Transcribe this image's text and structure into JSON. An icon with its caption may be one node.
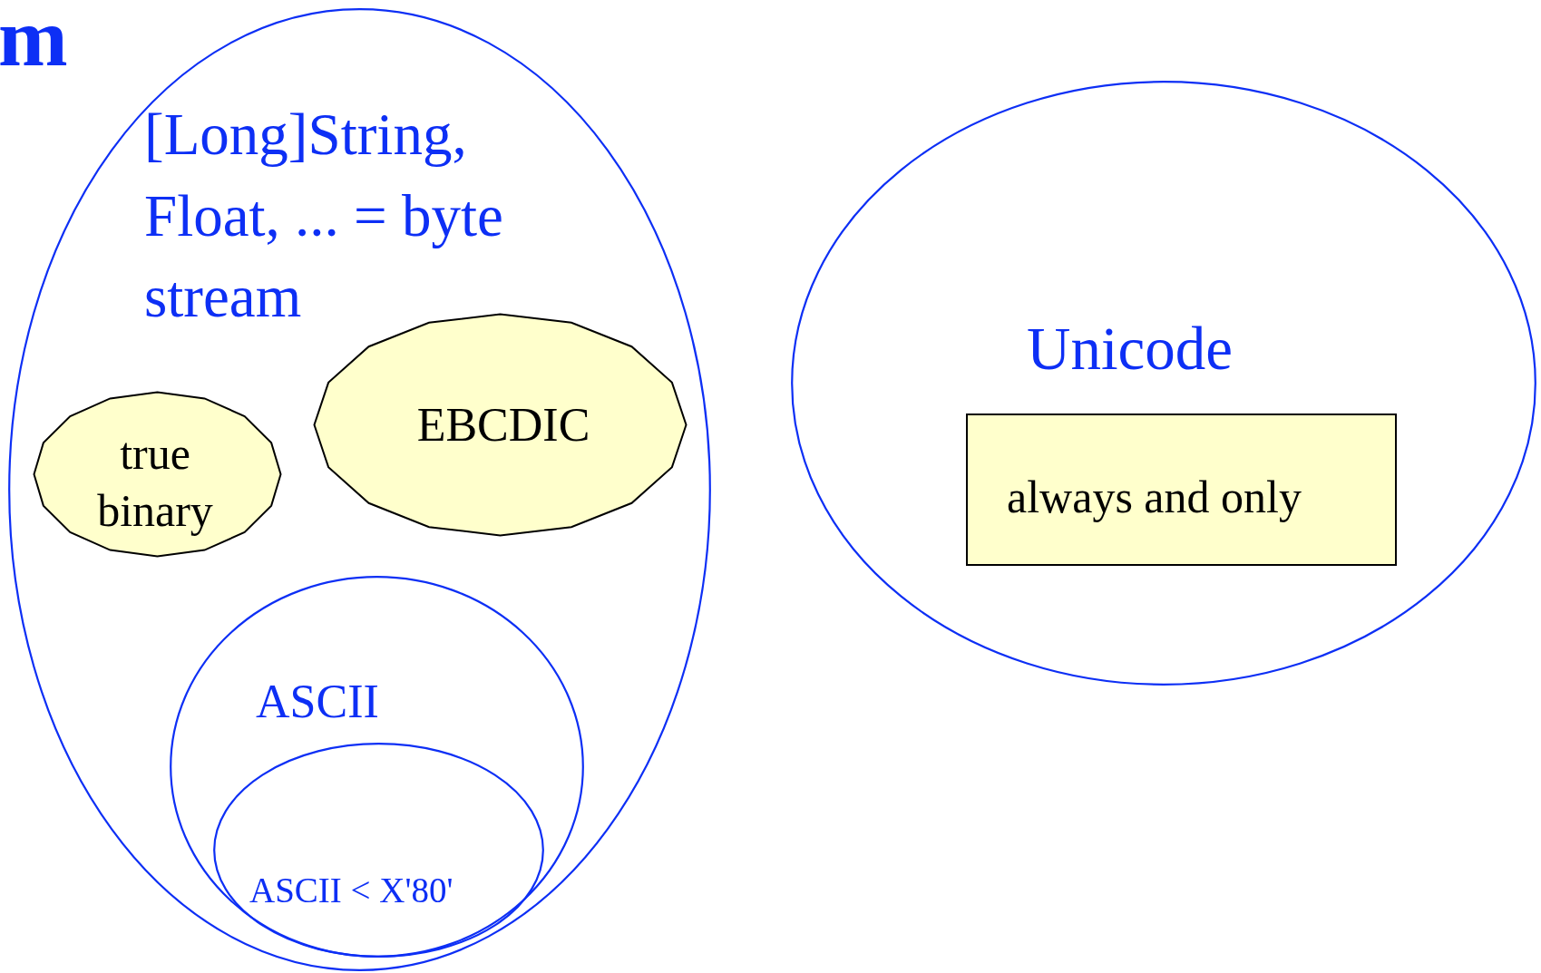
{
  "diagram": {
    "nodes": [
      {
        "text": [
          "[Long]String, Float, ... = byte stream"
        ]
      },
      {
        "text": [
          "true binary"
        ],
        "in": 0
      },
      {
        "text": [
          "EBCDIC"
        ],
        "in": 0
      },
      {
        "text": [
          "ASCII"
        ],
        "in": 0
      },
      {
        "text": [
          "ASCII < X'80'"
        ],
        "in": 3
      },
      {
        "text": [
          "Unicode"
        ]
      },
      {
        "text": [
          "always and only"
        ],
        "in": 5
      }
    ],
    "labels": [
      "m"
    ]
  }
}
